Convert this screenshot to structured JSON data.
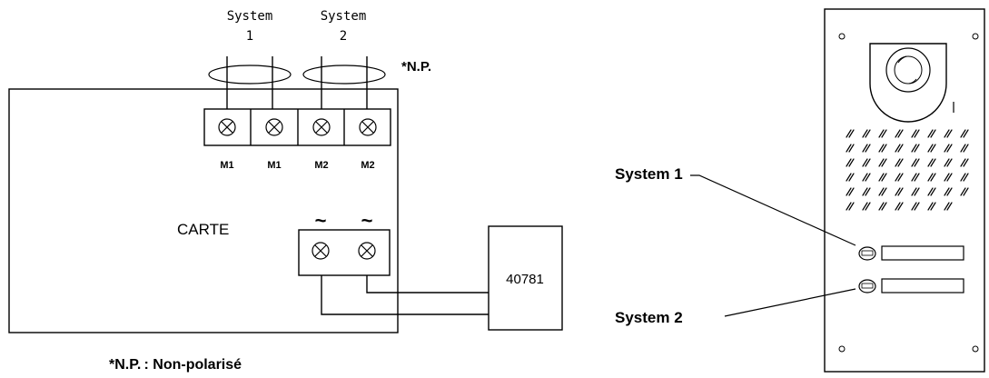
{
  "diagram": {
    "system_labels": {
      "s1_word": "System",
      "s1_num": "1",
      "s2_word": "System",
      "s2_num": "2"
    },
    "np_marker": "*N.P.",
    "terminals": [
      "M1",
      "M1",
      "M2",
      "M2"
    ],
    "board_label": "CARTE",
    "ac_symbols": [
      "~",
      "~"
    ],
    "transformer_label": "40781",
    "footnote": "*N.P. : Non-polarisé"
  },
  "panel": {
    "callout_1": "System 1",
    "callout_2": "System 2"
  }
}
